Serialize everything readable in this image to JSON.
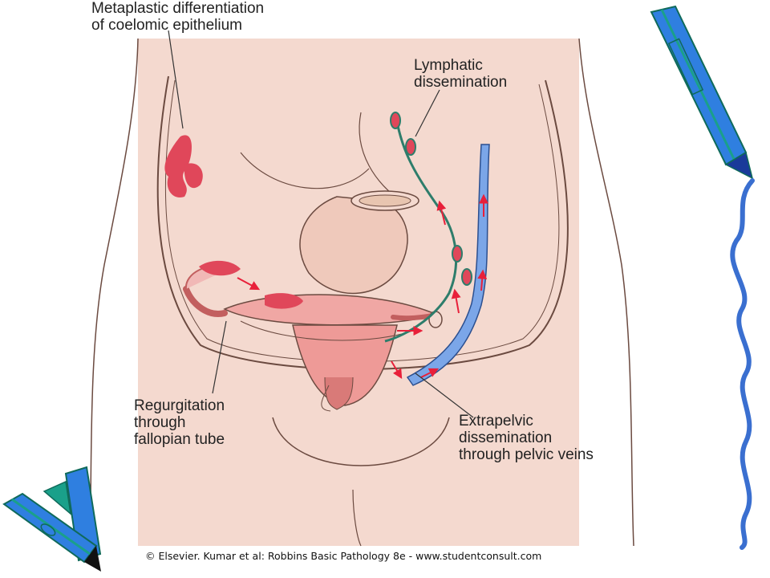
{
  "labels": {
    "metaplastic": [
      "Metaplastic differentiation",
      "of coelomic epithelium"
    ],
    "lymphatic": [
      "Lymphatic",
      "dissemination"
    ],
    "regurgitation": [
      "Regurgitation",
      "through",
      "fallopian tube"
    ],
    "extrapelvic": [
      "Extrapelvic",
      "dissemination",
      "through pelvic veins"
    ]
  },
  "credit": "© Elsevier. Kumar et al: Robbins Basic Pathology 8e - www.studentconsult.com",
  "colors": {
    "skin": "#f4d9cf",
    "outline": "#6b4a40",
    "lesion": "#e0475a",
    "lymphatic": "#2e7d6b",
    "vein": "#5b8fd6",
    "arrow": "#e8203a",
    "crayon_blue": "#2f7fe0",
    "crayon_teal": "#1aa08a",
    "squiggle": "#3a6fd0"
  },
  "decorations": [
    "crayon-icon",
    "crayon-icon",
    "crayon-icon",
    "wavy-line"
  ]
}
